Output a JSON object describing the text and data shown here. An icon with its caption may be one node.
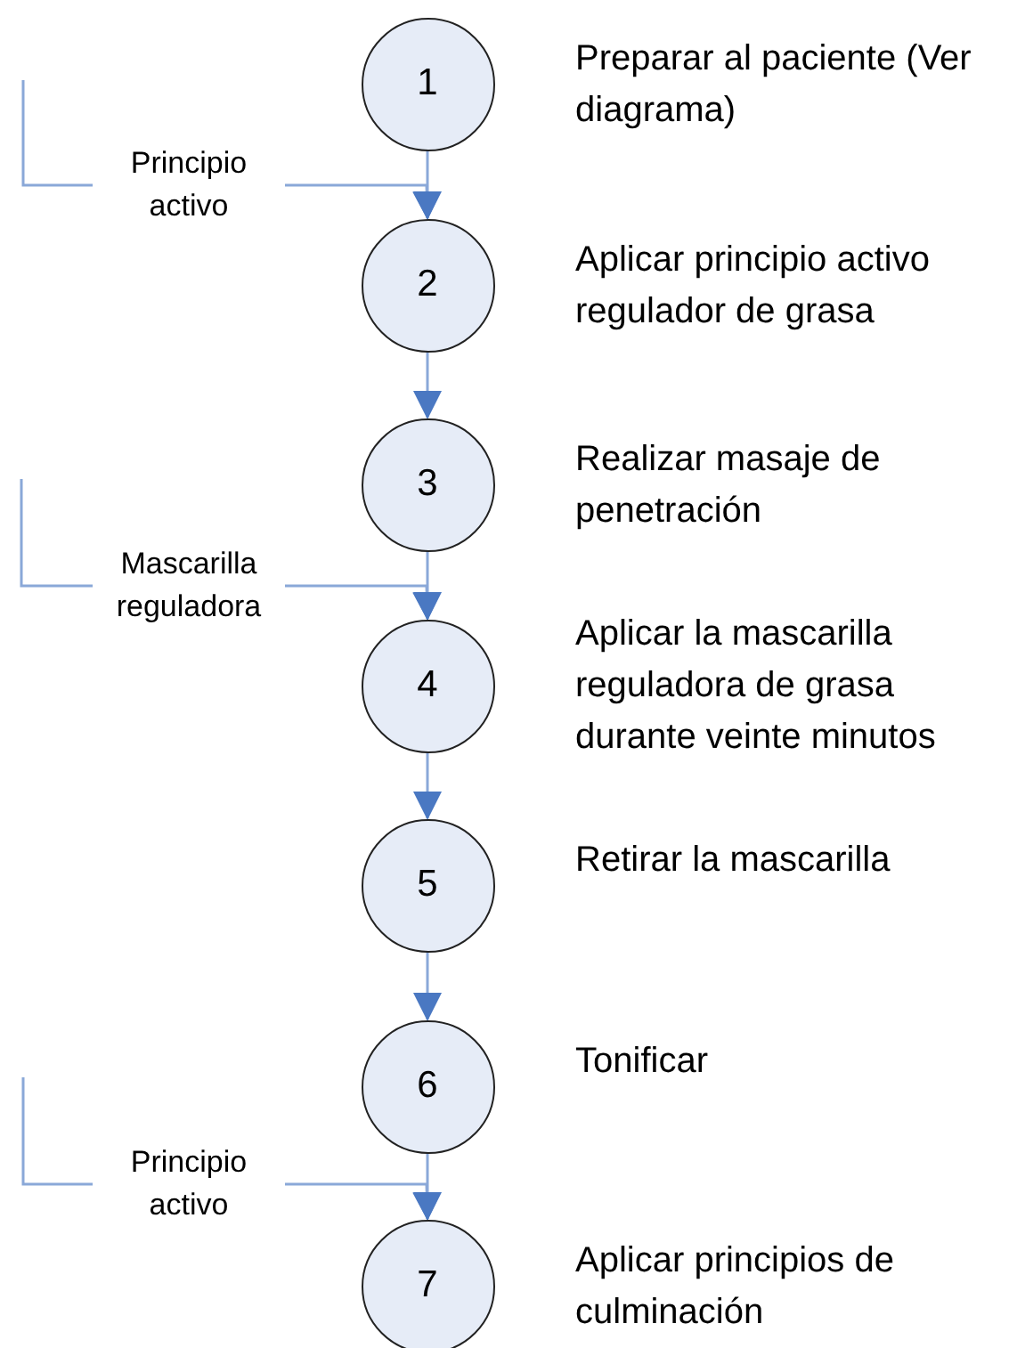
{
  "diagram": {
    "nodes": [
      {
        "text": [
          "1"
        ],
        "beside": [
          "Preparar al paciente (Ver diagrama)"
        ]
      },
      {
        "text": [
          "2"
        ],
        "beside": [
          "Aplicar principio activo regulador de grasa"
        ]
      },
      {
        "text": [
          "3"
        ],
        "beside": [
          "Realizar masaje de penetración"
        ]
      },
      {
        "text": [
          "4"
        ],
        "beside": [
          "Aplicar la mascarilla reguladora de grasa durante veinte minutos"
        ]
      },
      {
        "text": [
          "5"
        ],
        "beside": [
          "Retirar la mascarilla"
        ]
      },
      {
        "text": [
          "6"
        ],
        "beside": [
          "Tonificar"
        ]
      },
      {
        "text": [
          "7"
        ],
        "beside": [
          "Aplicar principios de culminación"
        ]
      }
    ],
    "edges": [
      {
        "from": 0,
        "to": 1,
        "arrow": "to"
      },
      {
        "from": 1,
        "to": 2,
        "arrow": "to"
      },
      {
        "from": 2,
        "to": 3,
        "arrow": "to"
      },
      {
        "from": 3,
        "to": 4,
        "arrow": "to"
      },
      {
        "from": 4,
        "to": 5,
        "arrow": "to"
      },
      {
        "from": 5,
        "to": 6,
        "arrow": "to"
      },
      {
        "from": null,
        "to": 1,
        "arrow": "to",
        "label": "Principio activo"
      },
      {
        "from": null,
        "to": 3,
        "arrow": "to",
        "label": "Mascarilla reguladora"
      },
      {
        "from": null,
        "to": 6,
        "arrow": "to",
        "label": "Principio activo"
      }
    ]
  }
}
